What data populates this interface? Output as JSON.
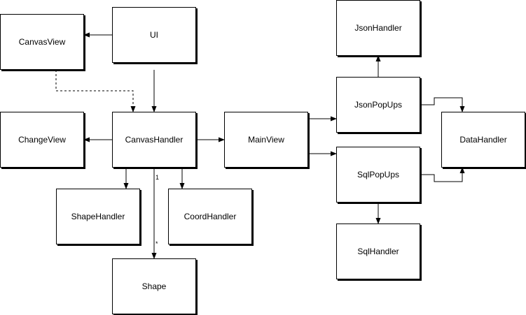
{
  "nodes": {
    "ui": "UI",
    "canvas_view": "CanvasView",
    "json_handler": "JsonHandler",
    "change_view": "ChangeView",
    "canvas_handler": "CanvasHandler",
    "main_view": "MainView",
    "json_popups": "JsonPopUps",
    "data_handler": "DataHandler",
    "sql_popups": "SqlPopUps",
    "shape_handler": "ShapeHandler",
    "coord_handler": "CoordHandler",
    "sql_handler": "SqlHandler",
    "shape": "Shape"
  },
  "multiplicity": {
    "shape_source": "1",
    "shape_target": "*"
  },
  "colors": {
    "stroke": "#000000",
    "background": "#ffffff"
  }
}
